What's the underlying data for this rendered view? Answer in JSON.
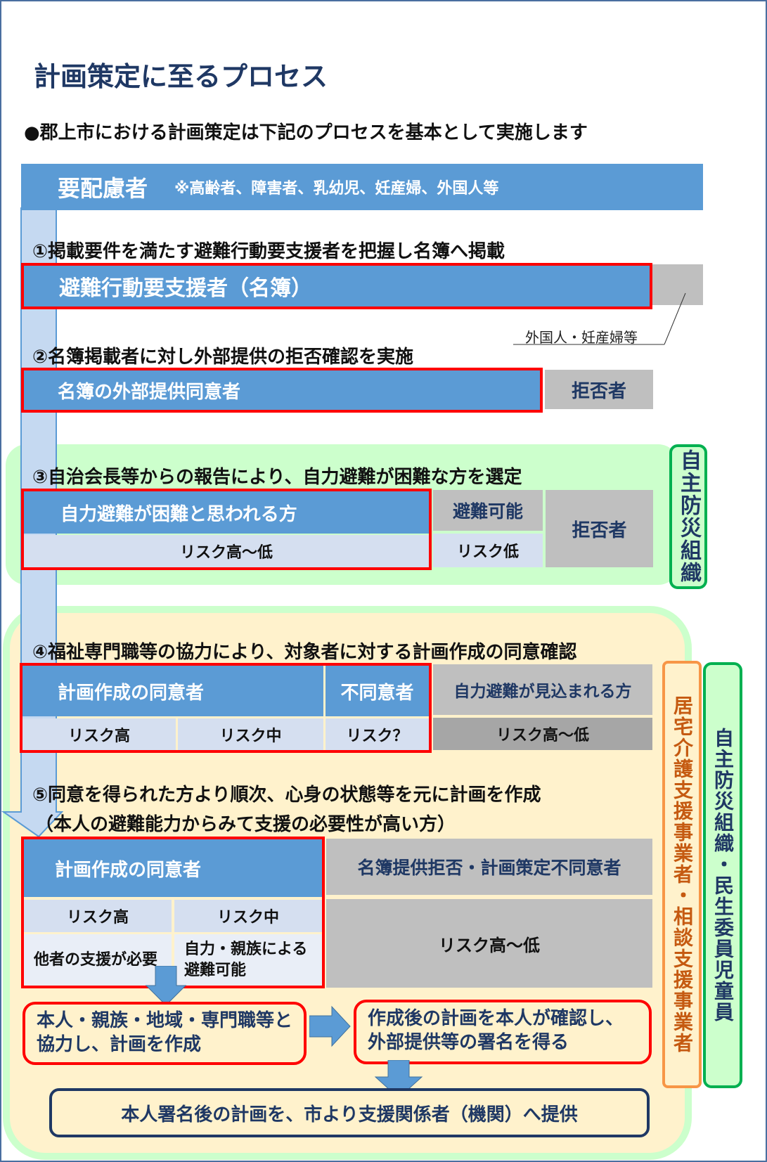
{
  "title": "計画策定に至るプロセス",
  "intro": "●郡上市における計画策定は下記のプロセスを基本として実施します",
  "header": {
    "label": "要配慮者",
    "note": "※高齢者、障害者、乳幼児、妊産婦、外国人等"
  },
  "step1": {
    "text": "①掲載要件を満たす避難行動要支援者を把握し名簿へ掲載",
    "box": "避難行動要支援者（名簿）",
    "aside": "外国人・妊産婦等"
  },
  "step2": {
    "text": "②名簿掲載者に対し外部提供の拒否確認を実施",
    "box": "名簿の外部提供同意者",
    "refuse": "拒否者"
  },
  "step3": {
    "text": "③自治会長等からの報告により、自力避難が困難な方を選定",
    "box": "自力避難が困難と思われる方",
    "risk": "リスク高～低",
    "possible": "避難可能",
    "possible_risk": "リスク低",
    "refuse": "拒否者",
    "org": "自主防災組織"
  },
  "step4": {
    "text": "④福祉専門職等の協力により、対象者に対する計画作成の同意確認",
    "consent": "計画作成の同意者",
    "nonconsent": "不同意者",
    "self": "自力避難が見込まれる方",
    "risk_high": "リスク高",
    "risk_mid": "リスク中",
    "risk_q": "リスク？",
    "risk_range": "リスク高～低"
  },
  "step5": {
    "line1": "⑤同意を得られた方より順次、心身の状態等を元に計画を作成",
    "line2": "（本人の避難能力からみて支援の必要性が高い方）",
    "consent": "計画作成の同意者",
    "refuse": "名簿提供拒否・計画策定不同意者",
    "risk_high": "リスク高",
    "risk_mid": "リスク中",
    "need_help": "他者の支援が必要",
    "self_help": "自力・親族による避難可能",
    "risk_range": "リスク高～低"
  },
  "flow": {
    "box1": "本人・親族・地域・専門職等と協力し、計画を作成",
    "box2": "作成後の計画を本人が確認し、外部提供等の署名を得る",
    "final": "本人署名後の計画を、市より支援関係者（機関）へ提供"
  },
  "side": {
    "care": "居宅介護支援事業者・相談支援事業者",
    "org_welfare": "自主防災組織・民生委員児童員"
  },
  "colors": {
    "blue": "#5b9bd5",
    "red": "#ff0000",
    "navy": "#1f3864",
    "green_bg": "#ccffcc",
    "yellow_bg": "#fff2cc",
    "orange": "#f79646",
    "green_border": "#00b050"
  }
}
